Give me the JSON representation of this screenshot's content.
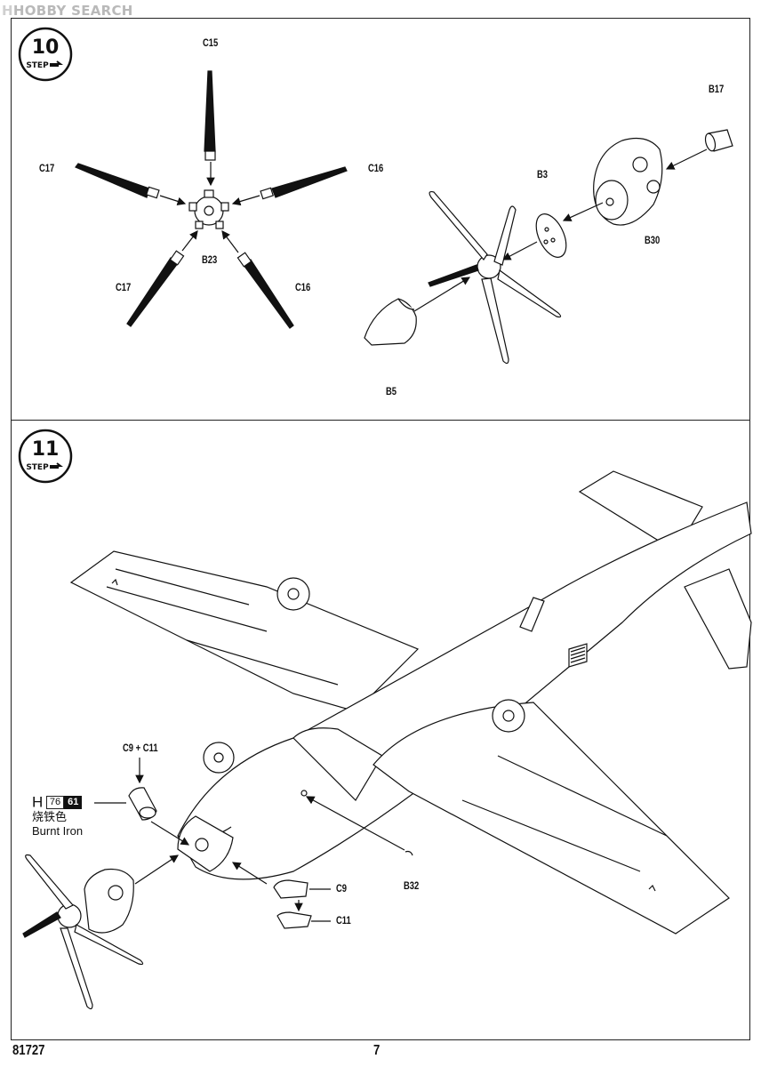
{
  "watermark": {
    "logo": "H",
    "text": "HOBBY SEARCH"
  },
  "step10": {
    "number": "10",
    "word": "STEP"
  },
  "step11": {
    "number": "11",
    "word": "STEP"
  },
  "parts": {
    "c15": "C15",
    "c17a": "C17",
    "c16a": "C16",
    "b23": "B23",
    "c17b": "C17",
    "c16b": "C16",
    "b17": "B17",
    "b3": "B3",
    "b30": "B30",
    "b5": "B5",
    "c9c11": "C9 + C11",
    "b32": "B32",
    "c9": "C9",
    "c11": "C11"
  },
  "paint": {
    "prefix": "H",
    "code1": "76",
    "code2": "61",
    "name_cn": "烧铁色",
    "name_en": "Burnt Iron"
  },
  "footer": {
    "product_code": "81727",
    "page_number": "7"
  }
}
